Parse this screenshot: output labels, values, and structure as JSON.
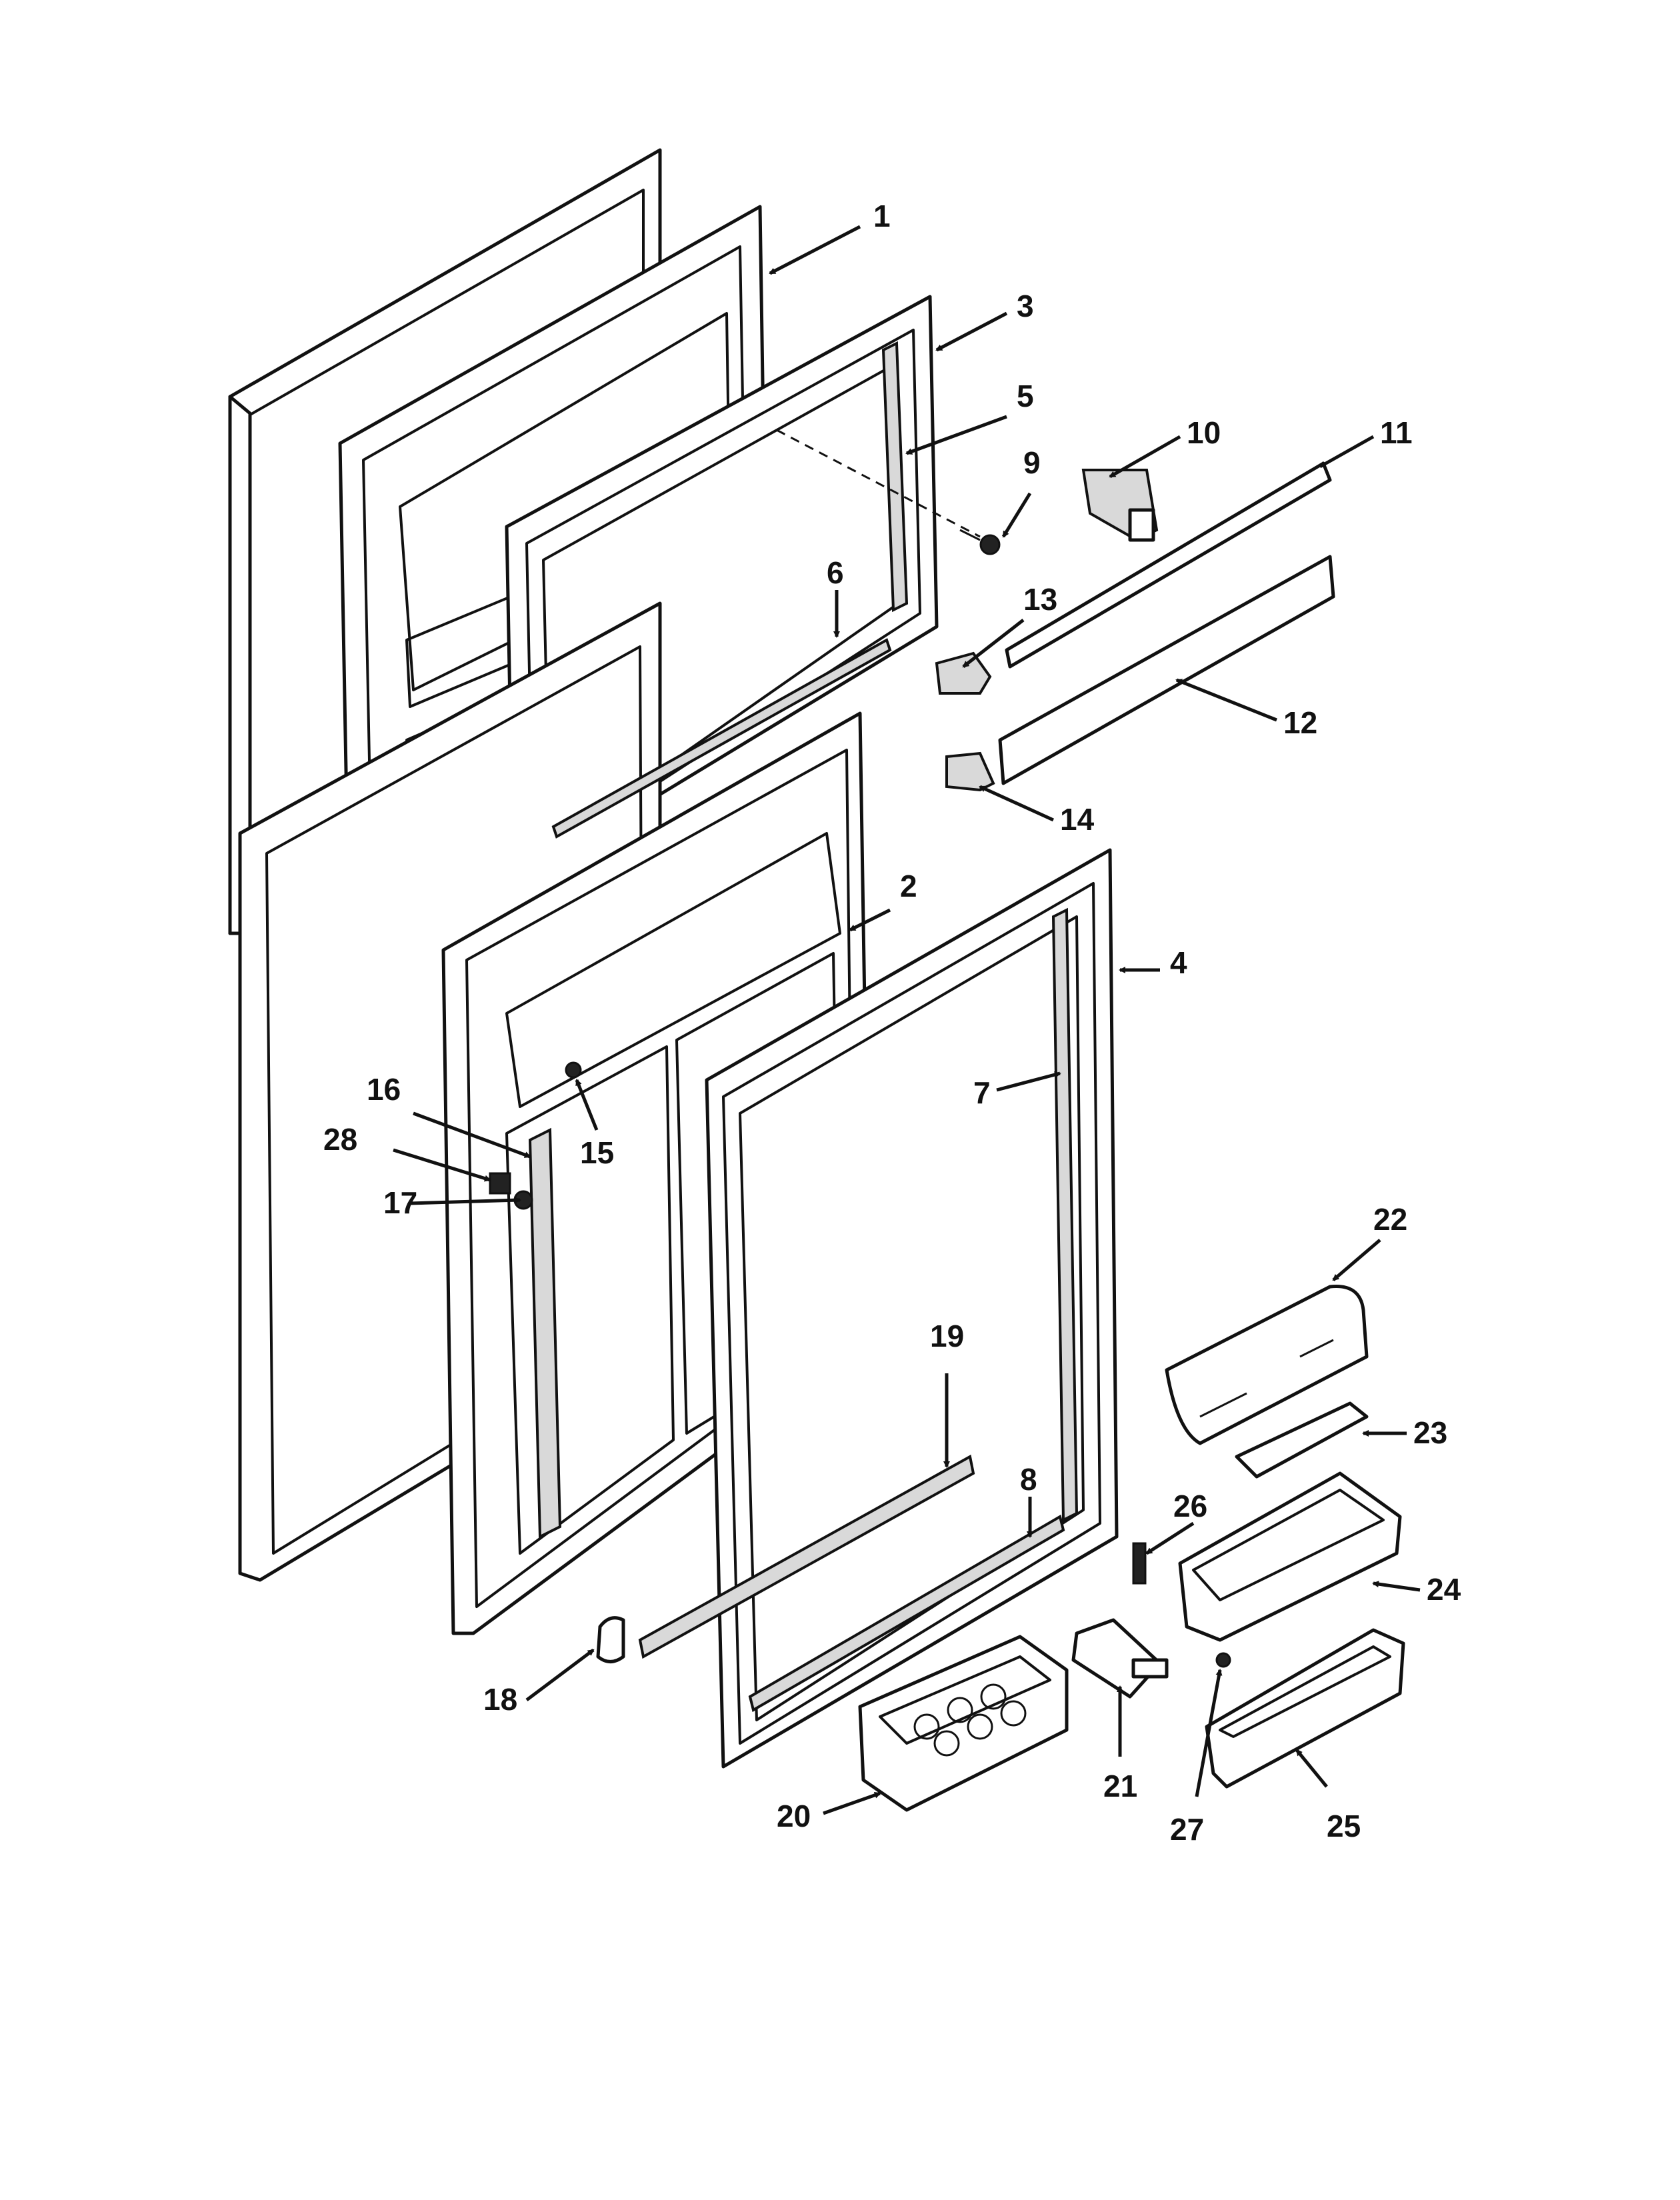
{
  "diagram": {
    "callouts": [
      "1",
      "2",
      "3",
      "4",
      "5",
      "6",
      "7",
      "8",
      "9",
      "10",
      "11",
      "12",
      "13",
      "14",
      "15",
      "16",
      "17",
      "18",
      "19",
      "20",
      "21",
      "22",
      "23",
      "24",
      "25",
      "26",
      "27",
      "28"
    ]
  }
}
